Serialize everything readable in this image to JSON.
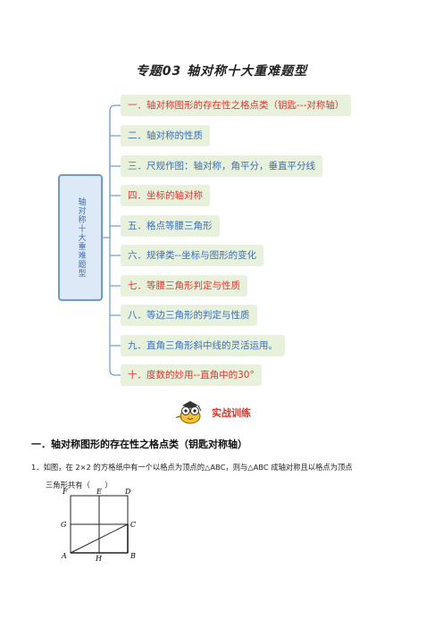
{
  "title": "专题03  轴对称十大重难题型",
  "mind_root": "轴对称十大重难题型",
  "mind_items": [
    {
      "label": "一．轴对称图形的存在性之格点类（钥匙---对称轴）",
      "color": "red"
    },
    {
      "label": "二．轴对称的性质",
      "color": "blue"
    },
    {
      "label": "三．尺规作图：轴对称，角平分，垂直平分线",
      "color": "blue"
    },
    {
      "label": "四．坐标的轴对称",
      "color": "red"
    },
    {
      "label": "五．格点等腰三角形",
      "color": "blue"
    },
    {
      "label": "六．规律类--坐标与图形的变化",
      "color": "blue"
    },
    {
      "label": "七．等腰三角形判定与性质",
      "color": "red"
    },
    {
      "label": "八．等边三角形的判定与性质",
      "color": "blue"
    },
    {
      "label": "九．直角三角形斜中线的灵活运用。",
      "color": "blue"
    },
    {
      "label": "十．度数的妙用--直角中的30°",
      "color": "red"
    }
  ],
  "banner": "实战训练",
  "section_heading": "一．轴对称图形的存在性之格点类（钥匙对称轴）",
  "question": {
    "line1": "1．如图，在 2×2 的方格纸中有一个以格点为顶点的△ABC，则与△ABC 成轴对称且以格点为顶点",
    "line2": "三角形共有（　　）"
  },
  "figure_labels": {
    "F": "F",
    "E": "E",
    "D": "D",
    "G": "G",
    "C": "C",
    "A": "A",
    "H": "H",
    "B": "B"
  }
}
